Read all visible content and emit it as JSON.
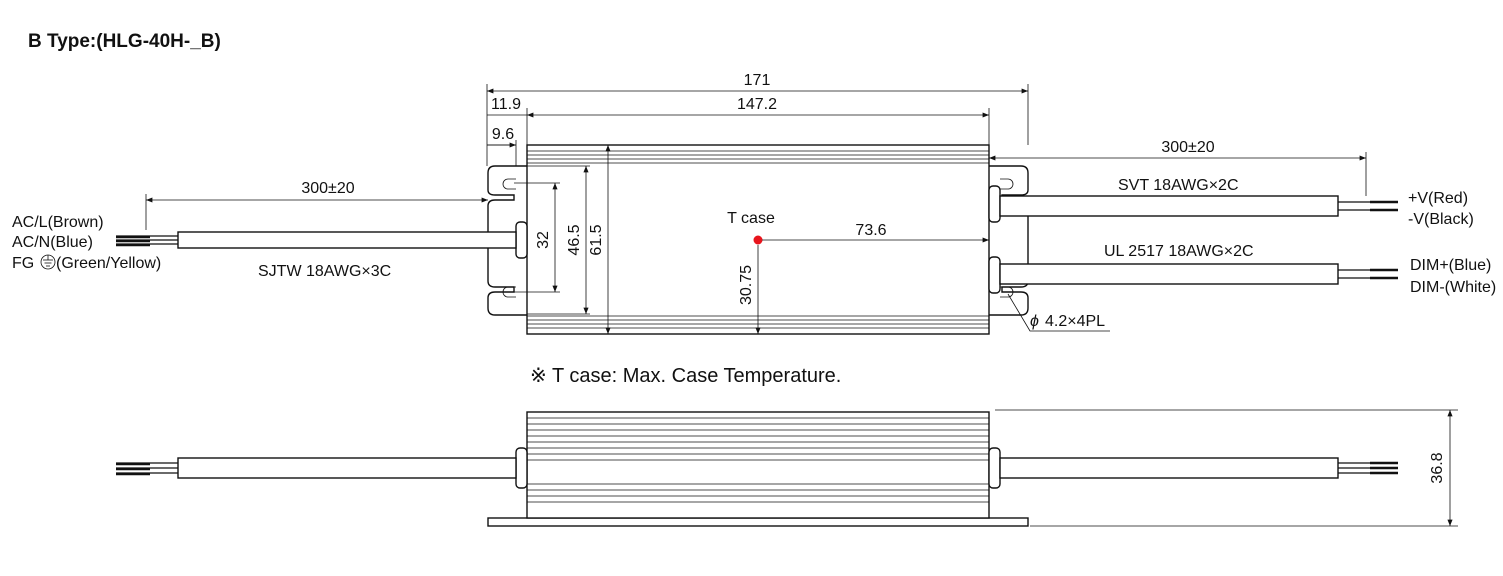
{
  "title": "B Type:(HLG-40H-_B)",
  "dimensions": {
    "overall_length": "171",
    "body_length": "147.2",
    "flange_offset": "11.9",
    "hole_offset": "9.6",
    "input_cable_length": "300±20",
    "output_cable_length": "300±20",
    "hole_spacing": "32",
    "inner_width": "46.5",
    "body_width": "61.5",
    "tcase_x": "73.6",
    "tcase_y": "30.75",
    "mounting_hole": "4.2×4PL",
    "height": "36.8"
  },
  "input": {
    "wires": [
      "AC/L(Brown)",
      "AC/N(Blue)",
      "(Green/Yellow)"
    ],
    "fg_prefix": "FG",
    "cable": "SJTW 18AWG×3C"
  },
  "output": {
    "cable_top": "SVT 18AWG×2C",
    "wires_top": [
      "+V(Red)",
      "-V(Black)"
    ],
    "cable_bottom": "UL 2517 18AWG×2C",
    "wires_bottom": [
      "DIM+(Blue)",
      "DIM-(White)"
    ]
  },
  "tcase": {
    "label": "T case",
    "note": "※ T case: Max. Case Temperature.",
    "dot_color": "#e8141c"
  }
}
